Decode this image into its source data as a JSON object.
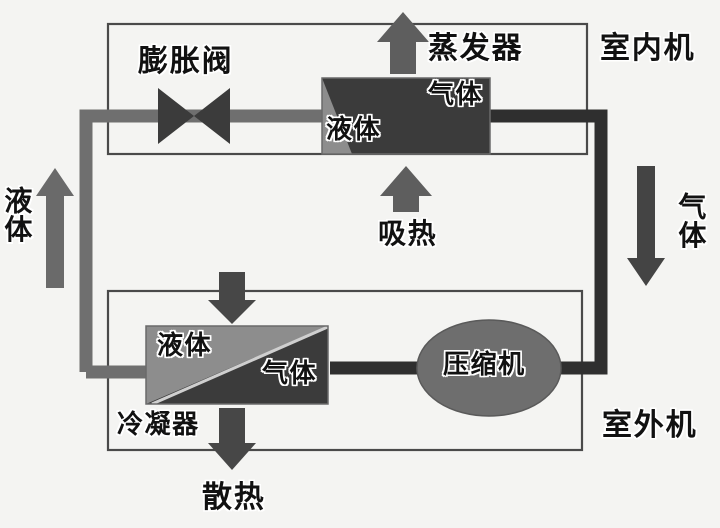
{
  "diagram": {
    "title_semantic": "air-conditioner refrigeration cycle",
    "background": "#f4f4f2"
  },
  "colors": {
    "pipe_light": "#6f6f6f",
    "pipe_dark": "#2f2f2f",
    "arrow_gray": "#5e5e5e",
    "arrow_dark": "#474747",
    "block_dark": "#3b3b3b",
    "block_light": "#8a8a8a",
    "ellipse_gray": "#6e6e6e",
    "border_thin": "#4a4a4a",
    "text": "#111111",
    "text_outline": "#ffffff"
  },
  "labels": {
    "expansion_valve": "膨胀阀",
    "evaporator": "蒸发器",
    "indoor_unit": "室内机",
    "outdoor_unit": "室外机",
    "condenser": "冷凝器",
    "compressor": "压缩机",
    "absorb_heat": "吸热",
    "reject_heat": "散热",
    "gas_in_evaporator": "气体",
    "liquid_in_evaporator": "液体",
    "liquid_in_condenser": "液体",
    "gas_in_condenser": "气体",
    "liquid_left_pipe": "液体",
    "gas_right_pipe": "气体"
  },
  "components": [
    {
      "id": "expansion-valve",
      "label": "膨胀阀",
      "shape": "bowtie"
    },
    {
      "id": "evaporator",
      "label": "蒸发器",
      "shape": "split-rectangle",
      "upper_right": "气体",
      "lower_left": "液体"
    },
    {
      "id": "condenser",
      "label": "冷凝器",
      "shape": "split-rectangle",
      "upper_left": "液体",
      "lower_right": "气体"
    },
    {
      "id": "compressor",
      "label": "压缩机",
      "shape": "ellipse"
    }
  ],
  "enclosures": [
    {
      "id": "indoor-unit",
      "label": "室内机"
    },
    {
      "id": "outdoor-unit",
      "label": "室外机"
    }
  ],
  "flow_arrows": [
    {
      "id": "absorb-heat-arrow",
      "direction": "up",
      "label": "吸热"
    },
    {
      "id": "evaporator-output-arrow",
      "direction": "up",
      "label": ""
    },
    {
      "id": "reject-heat-arrow",
      "direction": "down",
      "label": "散热"
    },
    {
      "id": "condenser-input-arrow",
      "direction": "down",
      "label": ""
    },
    {
      "id": "liquid-flow-arrow",
      "direction": "up",
      "label": "液体"
    },
    {
      "id": "gas-flow-arrow",
      "direction": "down",
      "label": "气体"
    }
  ]
}
